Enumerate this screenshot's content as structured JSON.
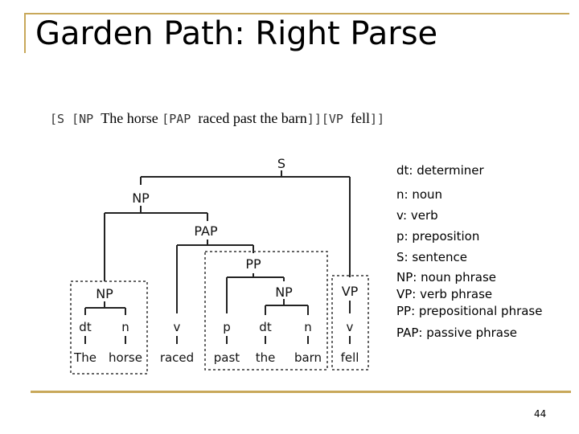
{
  "slide": {
    "title": "Garden Path: Right Parse",
    "page_number": "44"
  },
  "bracketing": [
    {
      "text": "[S [NP ",
      "style": "mono"
    },
    {
      "text": "The horse ",
      "style": "serif"
    },
    {
      "text": "[PAP ",
      "style": "mono"
    },
    {
      "text": "raced past the barn",
      "style": "serif"
    },
    {
      "text": "]][VP ",
      "style": "mono"
    },
    {
      "text": "fell",
      "style": "serif"
    },
    {
      "text": "]]",
      "style": "mono"
    }
  ],
  "legend": [
    "dt: determiner",
    "n: noun",
    "v: verb",
    "p: preposition",
    "S: sentence",
    "NP: noun phrase",
    "VP: verb phrase",
    "PP: prepositional phrase",
    "PAP: passive phrase"
  ],
  "tree": {
    "node_labels": {
      "S": "S",
      "NP_top": "NP",
      "PAP": "PAP",
      "PP": "PP",
      "NP_left": "NP",
      "NP_right": "NP",
      "VP": "VP"
    },
    "pos_tags": [
      "dt",
      "n",
      "v",
      "p",
      "dt",
      "n",
      "v"
    ],
    "words": [
      "The",
      "horse",
      "raced",
      "past",
      "the",
      "barn",
      "fell"
    ]
  }
}
